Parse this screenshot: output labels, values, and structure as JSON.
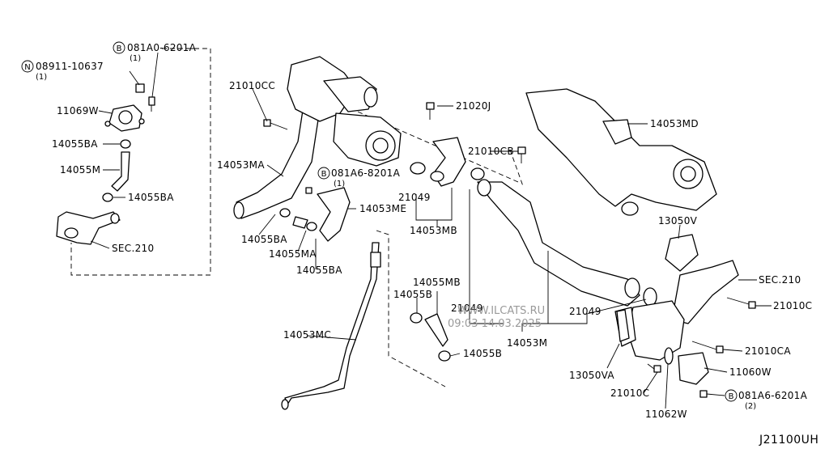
{
  "labels": {
    "l_08911_10637": "08911-10637",
    "l_08911_qty": "(1)",
    "l_081A0_6201A": "081A0-6201A",
    "l_081A0_qty": "(1)",
    "l_11069W": "11069W",
    "l_14055BA_a": "14055BA",
    "l_14055M": "14055M",
    "l_14055BA_b": "14055BA",
    "l_SEC210_a": "SEC.210",
    "l_21010CC": "21010CC",
    "l_14053MA": "14053MA",
    "l_081A6_8201A": "081A6-8201A",
    "l_081A6_8201A_qty": "(1)",
    "l_14053ME": "14053ME",
    "l_14055BA_c": "14055BA",
    "l_14055MA": "14055MA",
    "l_14055BA_d": "14055BA",
    "l_21020J": "21020J",
    "l_21010CB": "21010CB",
    "l_21049_a": "21049",
    "l_14053MB": "14053MB",
    "l_14053MD": "14053MD",
    "l_13050V": "13050V",
    "l_SEC210_b": "SEC.210",
    "l_21010C_a": "21010C",
    "l_14055MB": "14055MB",
    "l_14055B_a": "14055B",
    "l_21049_b": "21049",
    "l_21049_c": "21049",
    "l_14053M": "14053M",
    "l_14053MC": "14053MC",
    "l_14055B_b": "14055B",
    "l_21010CA": "21010CA",
    "l_13050VA": "13050VA",
    "l_11060W": "11060W",
    "l_21010C_b": "21010C",
    "l_081A6_6201A": "081A6-6201A",
    "l_081A6_6201A_qty": "(2)",
    "l_11062W": "11062W"
  },
  "markers": {
    "n_symbol": "N",
    "b_symbol": "B"
  },
  "watermark": {
    "site": "WWW.ILCATS.RU",
    "timestamp": "09:03 14.03.2025"
  },
  "diagram_code": "J21100UH"
}
